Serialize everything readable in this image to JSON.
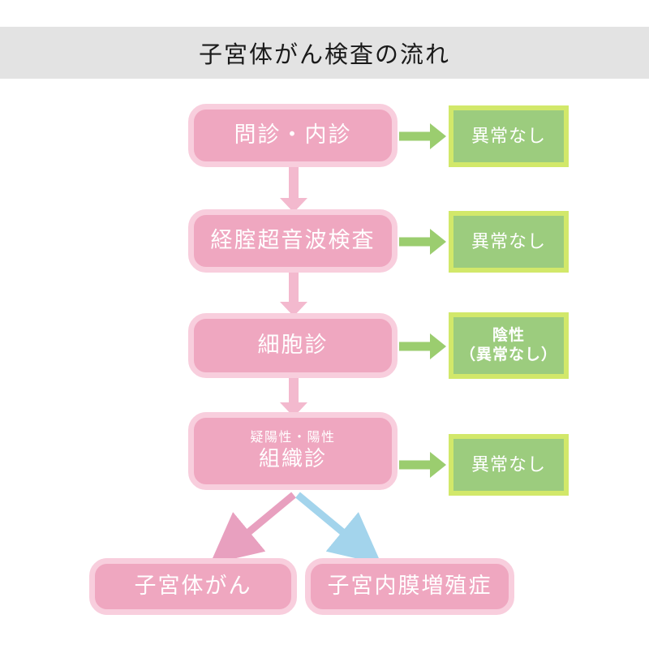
{
  "header": {
    "title": "子宮体がん検査の流れ",
    "band_color": "#e3e3e3"
  },
  "theme": {
    "pink_fill": "#efa7c0",
    "pink_border": "#f8cedd",
    "green_fill": "#9ccc7e",
    "green_border": "#d2e86a",
    "green_arrow": "#9bcd6f",
    "pink_arrow": "#f3b9ce",
    "blue_arrow": "#a3d4ec",
    "text_on_box": "#ffffff",
    "page_bg": "#ffffff"
  },
  "flow": {
    "steps": [
      {
        "id": "step-1",
        "sub_label": "",
        "main_label": "問診・内診",
        "result": {
          "lines": [
            "異常なし"
          ],
          "bold": false
        }
      },
      {
        "id": "step-2",
        "sub_label": "",
        "main_label": "経腟超音波検査",
        "result": {
          "lines": [
            "異常なし"
          ],
          "bold": false
        }
      },
      {
        "id": "step-3",
        "sub_label": "",
        "main_label": "細胞診",
        "result": {
          "lines": [
            "陰性",
            "（異常なし）"
          ],
          "bold": true
        }
      },
      {
        "id": "step-4",
        "sub_label": "疑陽性・陽性",
        "main_label": "組織診",
        "result": {
          "lines": [
            "異常なし"
          ],
          "bold": false
        }
      }
    ],
    "outcomes": [
      {
        "id": "outcome-left",
        "label": "子宮体がん",
        "arrow_color": "#e8a0bf"
      },
      {
        "id": "outcome-right",
        "label": "子宮内膜増殖症",
        "arrow_color": "#a3d4ec"
      }
    ]
  }
}
